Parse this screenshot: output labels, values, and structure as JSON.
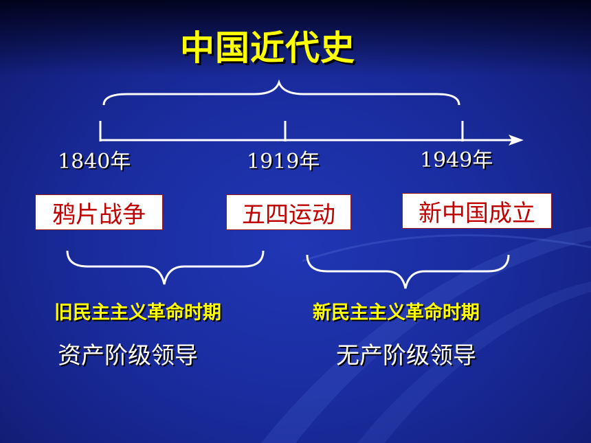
{
  "title": "中国近代史",
  "years": [
    "1840年",
    "1919年",
    "1949年"
  ],
  "events": [
    "鸦片战争",
    "五四运动",
    "新中国成立"
  ],
  "periods": [
    {
      "name": "旧民主主义革命时期",
      "leadership": "资产阶级领导"
    },
    {
      "name": "新民主主义革命时期",
      "leadership": "无产阶级领导"
    }
  ],
  "colors": {
    "background": "#1a2c9f",
    "title": "#ffff00",
    "year": "#ffffff",
    "event_text": "#c00000",
    "event_border": "#9a1a1a",
    "period_text": "#ffff00",
    "leader_text": "#ffffff",
    "line": "#ffffff"
  }
}
